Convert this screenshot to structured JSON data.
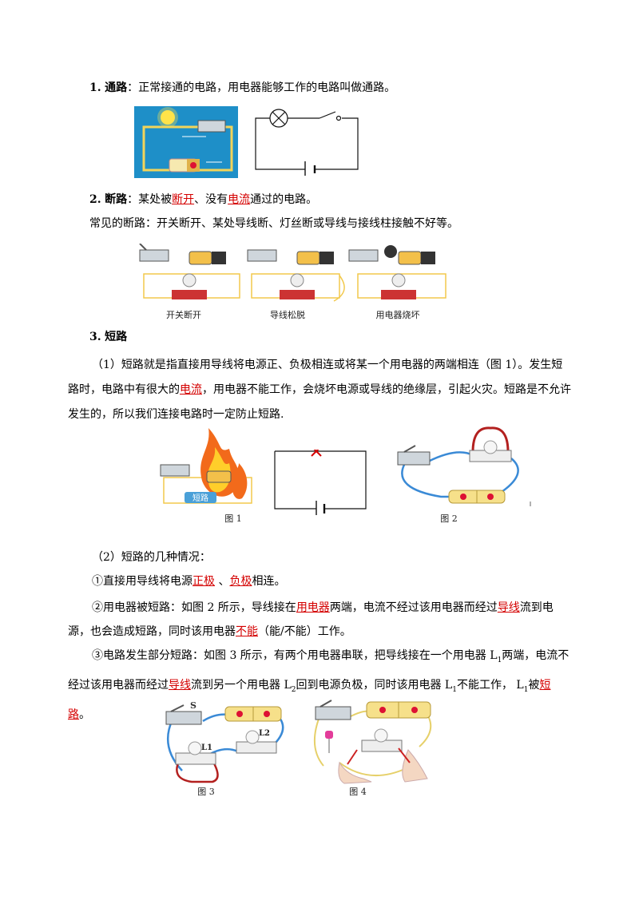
{
  "s1": {
    "num": "1.",
    "title": "通路",
    "text": "：正常接通的电路，用电器能够工作的电路叫做通路。"
  },
  "s2": {
    "num": "2.",
    "title": "断路",
    "t1": "：某处被",
    "u1": "断开",
    "t2": "、没有",
    "u2": "电流",
    "t3": "通过的电路。",
    "common": "常见的断路：开关断开、某处导线断、灯丝断或导线与接线柱接触不好等。",
    "captions": [
      "开关断开",
      "导线松脱",
      "用电器烧坏"
    ]
  },
  "s3": {
    "num": "3.",
    "title": "短路",
    "p1a": "（1）短路就是指直接用导线将电源正、负极相连或将某一个用电器的两端相连（图 1）。发生短路时，电路中有很大的",
    "p1u": "电流",
    "p1b": "，用电器不能工作，会烧坏电源或导线的绝缘层，引起火灾。短路是不允许发生的，所以我们连接电路时一定防止短路.",
    "fire_label": "短路",
    "fig1": "图 1",
    "fig2": "图 2",
    "p2": "（2）短路的几种情况：",
    "c1a": "①直接用导线将电源",
    "c1u1": "正极",
    "c1b": " 、",
    "c1u2": "负极",
    "c1c": "相连。",
    "c2a": "②用电器被短路：如图 2 所示，导线接在",
    "c2u1": "用电器",
    "c2b": "两端，电流不经过该用电器而经过",
    "c2u2": "导线",
    "c2c": "流到电源，也会造成短路，同时该用电器",
    "c2u3": "不能",
    "c2d": "（能/不能）工作。",
    "c3a": "③电路发生部分短路：如图 3 所示，有两个用电器串联，把导线接在一个用电器 L",
    "c3s1": "1",
    "c3b": "两端，电流不经过该用电器而经过",
    "c3u1": "导线",
    "c3c": "流到另一个用电器 L",
    "c3s2": "2",
    "c3d": "回到电源负极，同时该用电器 L",
    "c3s3": "1",
    "c3e": "不能工作，  L",
    "c3s4": "1",
    "c3f": "被",
    "c3u2": "短路",
    "c3g": "。",
    "fig3": "图 3",
    "fig4": "图 4",
    "s_label": "S",
    "l1_label": "L1",
    "l2_label": "L2"
  }
}
